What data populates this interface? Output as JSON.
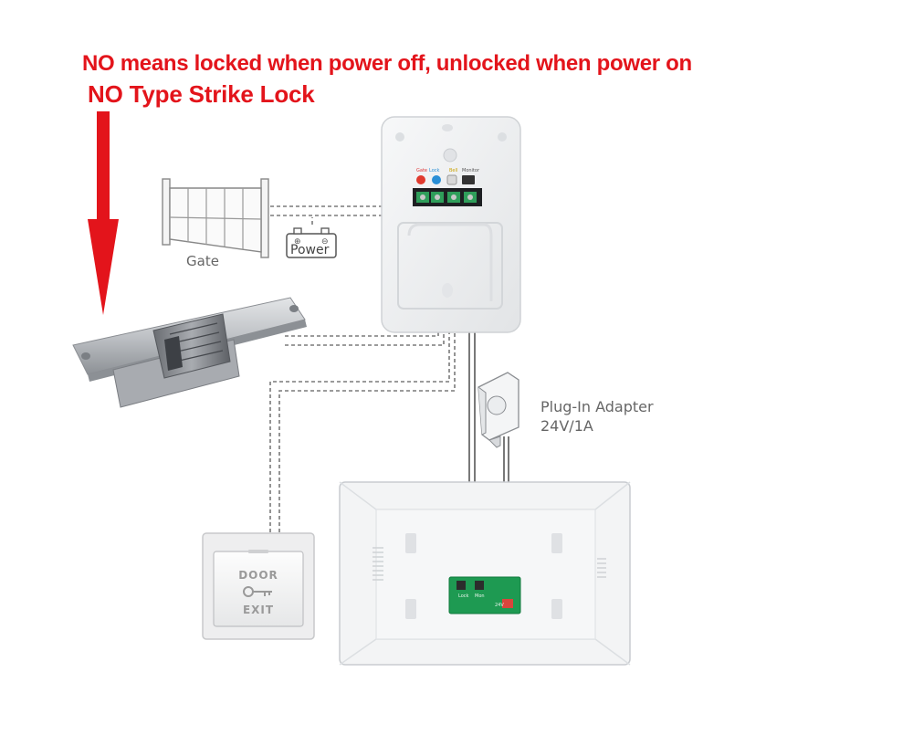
{
  "annotation": {
    "line1": "NO means locked when power off, unlocked when power on",
    "line2": "NO Type Strike Lock",
    "color": "#e3141b"
  },
  "components": {
    "gate": {
      "label": "Gate"
    },
    "power": {
      "label": "Power"
    },
    "adapter": {
      "label": "Plug-In Adapter",
      "spec": "24V/1A"
    },
    "exit_button": {
      "line1": "DOOR",
      "line2": "EXIT"
    },
    "doorbell_terminals": [
      "Gate",
      "Lock",
      "Bell",
      "Monitor"
    ],
    "monitor_board": {
      "left_label": "Lock",
      "mid_label": "Mon",
      "right_label": "24V"
    }
  },
  "colors": {
    "wire": "#7a7a7a",
    "panel": "#f2f3f4",
    "board": "#1e9a52",
    "connector": "#2c2c2c"
  }
}
